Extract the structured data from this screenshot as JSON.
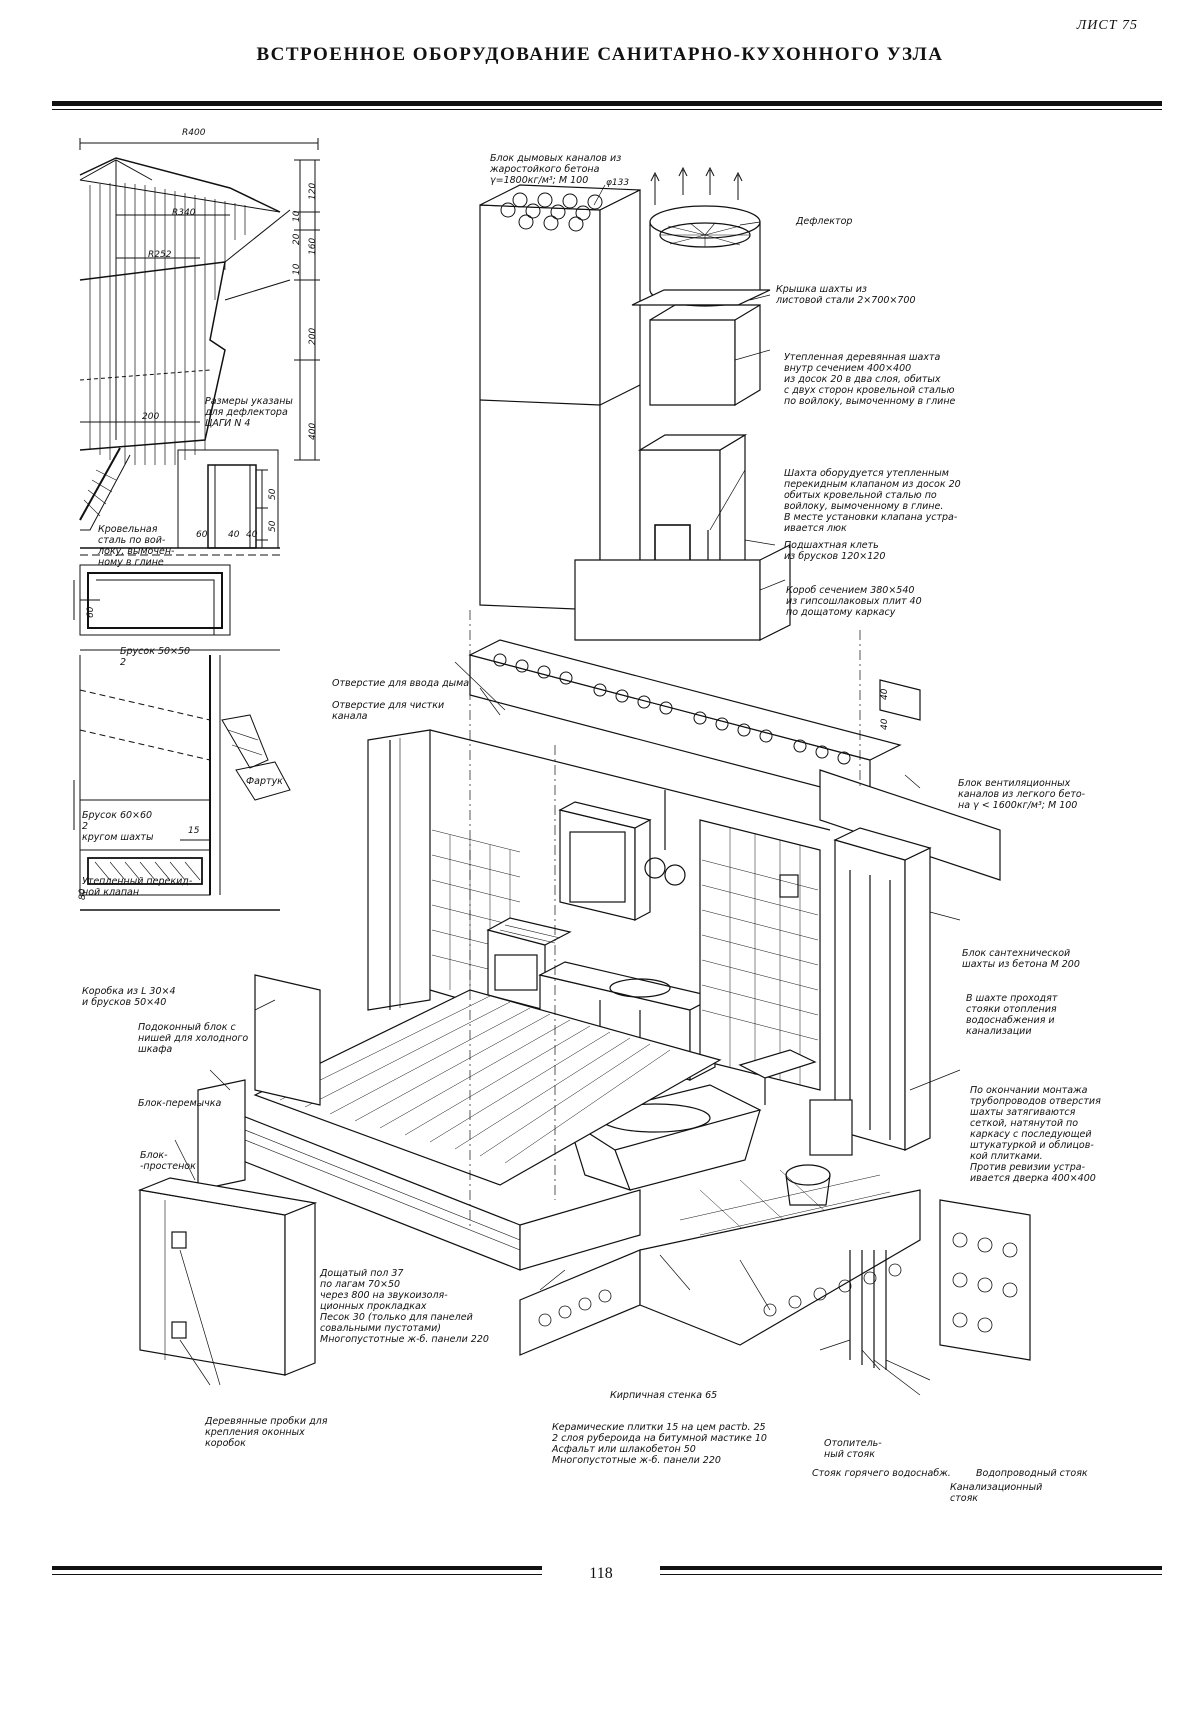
{
  "sheet": "ЛИСТ 75",
  "title": "ВСТРОЕННОЕ ОБОРУДОВАНИЕ САНИТАРНО-КУХОННОГО УЗЛА",
  "page_number": "118",
  "dims": {
    "r400": "R400",
    "r340": "R340",
    "r252": "R252",
    "d200": "200",
    "d120": "120",
    "d10a": "10",
    "d20": "20",
    "d160": "160",
    "d10b": "10",
    "d200v": "200",
    "d400": "400",
    "d50a": "50",
    "d50b": "50",
    "d60h": "60",
    "d40a": "40",
    "d40b": "40",
    "d60v": "60",
    "d15": "15",
    "d80": "80",
    "d133": "φ133",
    "d40c": "40",
    "d40d": "40"
  },
  "labels": {
    "deflector_dims": "Размеры указаны\nдля дефлектора\nЦАГИ N 4",
    "roof_steel": "Кровельная\nсталь по вой-\nлоку, вымочен-\nному в глине",
    "brusok_1": "Брусок 50×50\n       2",
    "fartuk": "Фартук",
    "brusok_2": "Брусок 60×60\n          2\nкругом шахты",
    "valve": "Утепленный перекид-\nной клапан",
    "korobka": "Коробка из L 30×4\nи брусков 50×40",
    "smoke_block": "Блок дымовых каналов из\nжаростойкого бетона\nγ=1800кг/м³; М 100",
    "deflektor": "Дефлектор",
    "shaft_cover": "Крышка шахты из\nлистовой стали 2×700×700",
    "wood_shaft": "Утепленная деревянная шахта\nвнутр сечением 400×400\nиз досок 20 в два слоя, обитых\nс двух сторон кровельной сталью\nпо войлоку, вымоченному в глине",
    "shaft_valve": "Шахта оборудуется утепленным\nперекидным клапаном из досок 20\nобитых кровельной сталью по\nвойлоку, вымоченному в глине.\nВ месте установки клапана устра-\nивается люк",
    "cage": "Подшахтная клеть\nиз брусков 120×120",
    "box": "Короб сечением 380×540\nиз гипсошлаковых плит 40\nпо дощатому каркасу",
    "smoke_inlet": "Отверстие для ввода дыма",
    "cleanout": "Отверстие для чистки\nканала",
    "vent_block": "Блок вентиляционных\nканалов из легкого бето-\nна γ < 1600кг/м³; М 100",
    "sanitary_block": "Блок сантехнической\nшахты из бетона М 200",
    "risers_note": "В шахте проходят\nстояки отопления\nводоснабжения и\nканализации",
    "install_note": "По окончании монтажа\nтрубопроводов отверстия\nшахты затягиваются\nсеткой, натянутой по\nкаркасу с последующей\nштукатуркой и облицов-\nкой плитками.\nПротив ревизии устра-\nивается дверка 400×400",
    "sill_block": "Подоконный блок с\nнишей для холодного\nшкафа",
    "lintel": "Блок-перемычка",
    "pier": "Блок-\n-простенок",
    "wood_plugs": "Деревянные пробки для\nкрепления оконных\nкоробок",
    "floor_layers": "Дощатый пол 37\nпо лагам 70×50\nчерез 800 на звукоизоля-\nционных прокладках\nПесок 30 (только для панелей\nсовальными пустотами)\nМногопустотные ж-б. панели 220",
    "brick_wall": "Кирпичная стенка 65",
    "tile_layers": "Керамические плитки 15 на цем растb. 25\n2 слоя рубероида на битумной мастике 10\nАсфальт или шлакобетон 50\nМногопустотные ж-б. панели 220",
    "heating_riser": "Отопитель-\nный стояк",
    "hot_water_riser": "Стояк горячего водоснабж.",
    "water_riser": "Водопроводный стояк",
    "sewer_riser": "Канализационный\nстояк"
  }
}
